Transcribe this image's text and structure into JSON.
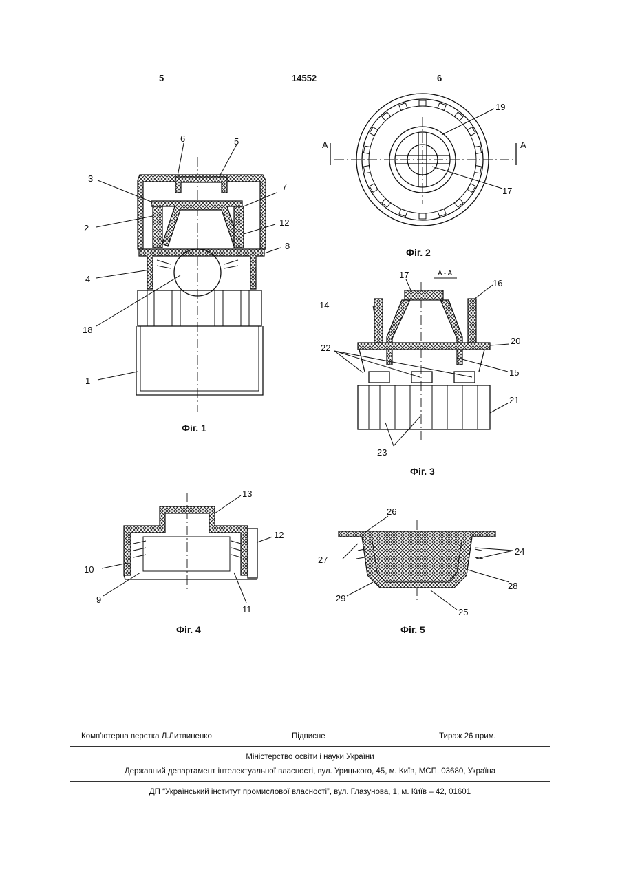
{
  "header": {
    "page_left": "5",
    "patent_number": "14552",
    "page_right": "6"
  },
  "figures": [
    {
      "caption": "Фіг. 1",
      "labels": [
        "6",
        "5",
        "3",
        "7",
        "2",
        "12",
        "8",
        "4",
        "18",
        "1"
      ]
    },
    {
      "caption": "Фіг. 2",
      "labels": [
        "19",
        "17",
        "A",
        "A"
      ]
    },
    {
      "caption": "Фіг. 3",
      "section": "A - A",
      "labels": [
        "17",
        "16",
        "14",
        "20",
        "22",
        "15",
        "21",
        "23"
      ]
    },
    {
      "caption": "Фіг. 4",
      "labels": [
        "13",
        "12",
        "10",
        "9",
        "11"
      ]
    },
    {
      "caption": "Фіг. 5",
      "labels": [
        "26",
        "24",
        "27",
        "28",
        "29",
        "25"
      ]
    }
  ],
  "footer": {
    "layout_by": "Комп’ютерна верстка Л.Литвиненко",
    "signed": "Підписне",
    "circulation": "Тираж 26 прим.",
    "ministry": "Міністерство освіти і науки України",
    "department": "Державний департамент інтелектуальної власності, вул. Урицького, 45, м. Київ, МСП, 03680, Україна",
    "institute": "ДП “Український інститут промислової власності”, вул. Глазунова, 1, м. Київ – 42, 01601"
  }
}
